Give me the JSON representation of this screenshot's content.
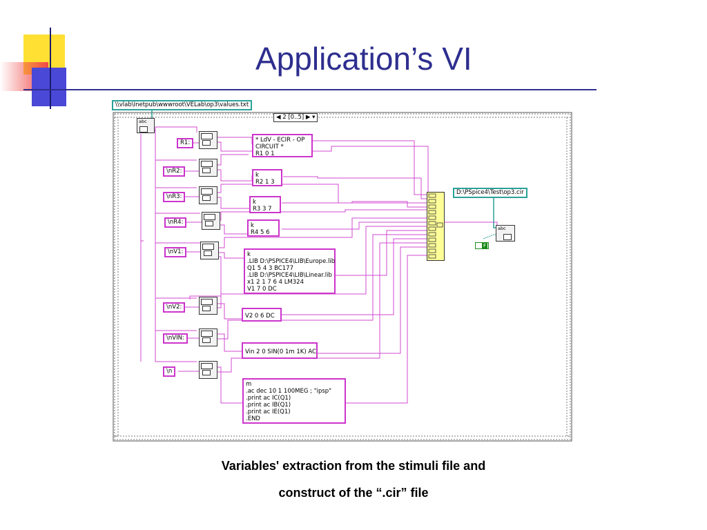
{
  "slide": {
    "title": "Application’s VI",
    "caption_line1": "Variables' extraction from the stimuli file and",
    "caption_line2": "construct of the “.cir” file"
  },
  "diagram": {
    "file_path": "\\\\vlab\\Inetpub\\wwwroot\\VELab\\op3\\values.txt",
    "sequence_selector": "2 [0..5]",
    "output_path": "D:\\PSpice4\\Test\\op3.cir",
    "read_function_label": "abc",
    "write_function_label": "abc",
    "boolean_constant": "F",
    "separators": [
      "R1:",
      "\\nR2:",
      "\\nR3:",
      "\\nR4:",
      "\\nV1:",
      "\\nV2:",
      "\\nVIN:",
      "\\n"
    ],
    "constants": [
      [
        "* LdV - ECIR - OP",
        "CIRCUIT *",
        "R1    0 1"
      ],
      [
        "k",
        "R2    1 3"
      ],
      [
        "k",
        "R3    3 7"
      ],
      [
        "k",
        "R4    5 6"
      ],
      [
        "k",
        ".LIB D:\\PSPICE4\\LIB\\Europe.lib",
        "Q1     5 4 3 BC177",
        ".LIB D:\\PSPICE4\\LIB\\Linear.lib",
        "x1     2 1 7 6 4 LM324",
        "V1     7 0 DC"
      ],
      [
        "V2    0 6 DC"
      ],
      [
        "Vin   2 0  SIN(0 1m 1K) AC"
      ],
      [
        "m",
        ".ac dec 10       1        100MEG ; \"ipsp\"",
        ".print ac IC(Q1)",
        ".print ac IB(Q1)",
        ".print ac IE(Q1)",
        ".END"
      ]
    ]
  }
}
